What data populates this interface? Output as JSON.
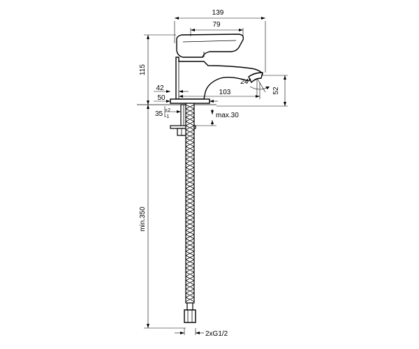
{
  "dimensions": {
    "overall_width": "139",
    "handle_width": "79",
    "height": "115",
    "base_42": "42",
    "base_50": "50",
    "spout_reach": "103",
    "spout_height": "52",
    "spout_angle": "24°",
    "thread_35": "35",
    "thread_tol_plus": "+2",
    "thread_tol_minus": "-1",
    "deck_thickness": "max.30",
    "hose_length": "min.350",
    "connection": "2xG1/2"
  }
}
